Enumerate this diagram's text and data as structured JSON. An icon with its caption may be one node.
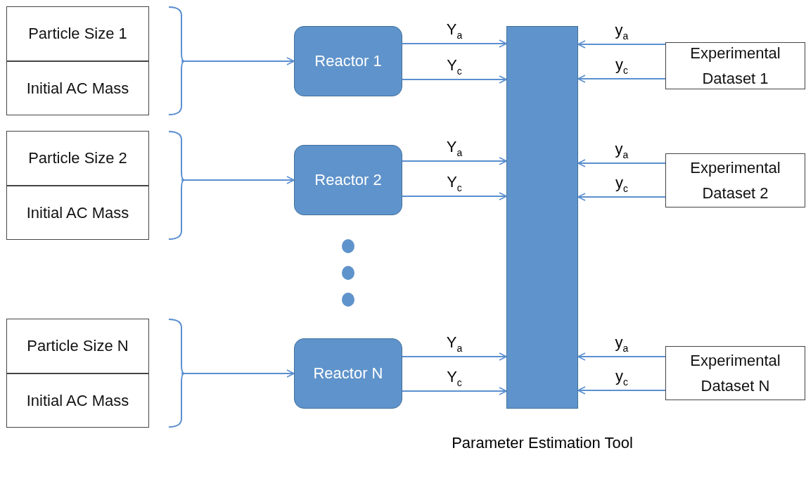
{
  "diagram": {
    "nodes": [
      {
        "text": [
          "Particle Size 1"
        ]
      },
      {
        "text": [
          "Initial AC Mass"
        ]
      },
      {
        "text": [
          "Particle Size 2"
        ]
      },
      {
        "text": [
          "Initial AC Mass"
        ]
      },
      {
        "text": [
          "Particle Size N"
        ]
      },
      {
        "text": [
          "Initial AC Mass"
        ]
      },
      {
        "text": [
          "Reactor 1"
        ]
      },
      {
        "text": [
          "Reactor 2"
        ]
      },
      {
        "text": [
          "Reactor N"
        ]
      },
      {
        "text": [],
        "shape": "bar",
        "beside": [
          "Parameter Estimation Tool"
        ]
      },
      {
        "text": [
          "Experimental Dataset 1"
        ]
      },
      {
        "text": [
          "Experimental Dataset 2"
        ]
      },
      {
        "text": [
          "Experimental Dataset N"
        ]
      }
    ],
    "edges": [
      {
        "from": 0,
        "to": 6,
        "arrow": "to"
      },
      {
        "from": 1,
        "to": 6,
        "arrow": "to"
      },
      {
        "from": 2,
        "to": 7,
        "arrow": "to"
      },
      {
        "from": 3,
        "to": 7,
        "arrow": "to"
      },
      {
        "from": 4,
        "to": 8,
        "arrow": "to"
      },
      {
        "from": 5,
        "to": 8,
        "arrow": "to"
      },
      {
        "from": 6,
        "to": 9,
        "arrow": "to",
        "label": "Y$_{a}$"
      },
      {
        "from": 6,
        "to": 9,
        "arrow": "to",
        "label": "Y$_{c}$"
      },
      {
        "from": 10,
        "to": 9,
        "arrow": "to",
        "label": "y$_{a}$"
      },
      {
        "from": 10,
        "to": 9,
        "arrow": "to",
        "label": "y$_{c}$"
      },
      {
        "from": 7,
        "to": 9,
        "arrow": "to",
        "label": "Y$_{a}$"
      },
      {
        "from": 7,
        "to": 9,
        "arrow": "to",
        "label": "Y$_{c}$"
      },
      {
        "from": 11,
        "to": 9,
        "arrow": "to",
        "label": "y$_{a}$"
      },
      {
        "from": 11,
        "to": 9,
        "arrow": "to",
        "label": "y$_{c}$"
      },
      {
        "from": 8,
        "to": 9,
        "arrow": "to",
        "label": "Y$_{a}$"
      },
      {
        "from": 8,
        "to": 9,
        "arrow": "to",
        "label": "Y$_{c}$"
      },
      {
        "from": 12,
        "to": 9,
        "arrow": "to",
        "label": "y$_{a}$"
      },
      {
        "from": 12,
        "to": 9,
        "arrow": "to",
        "label": "y$_{c}$"
      }
    ]
  }
}
